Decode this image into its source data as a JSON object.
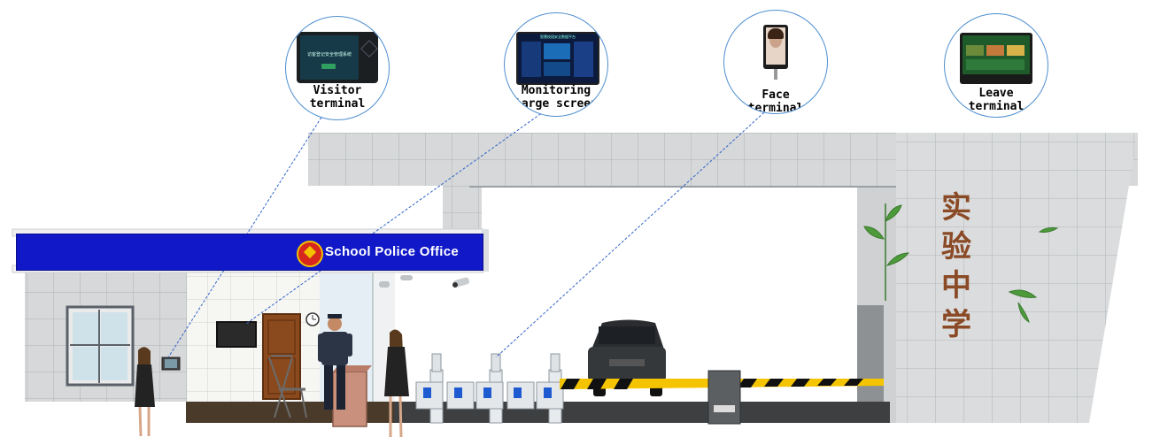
{
  "sign": {
    "text": "School Police Office"
  },
  "school_name": [
    "实",
    "验",
    "中",
    "学"
  ],
  "devices": [
    {
      "id": "visitor",
      "label": "Visitor\nterminal",
      "screen_title": "访客登记安全管理系统"
    },
    {
      "id": "monitor",
      "label": "Monitoring\nlarge screen",
      "screen_title": "智慧校园安全数据平台"
    },
    {
      "id": "face",
      "label": "Face\nterminal"
    },
    {
      "id": "leave",
      "label": "Leave\nterminal"
    }
  ],
  "colors": {
    "sign_blue": "#1018c8",
    "connector": "#2f63c9",
    "wall_gray": "#d8dadb",
    "school_chars": "#8b4a26",
    "barrier_yellow": "#f5c400"
  }
}
